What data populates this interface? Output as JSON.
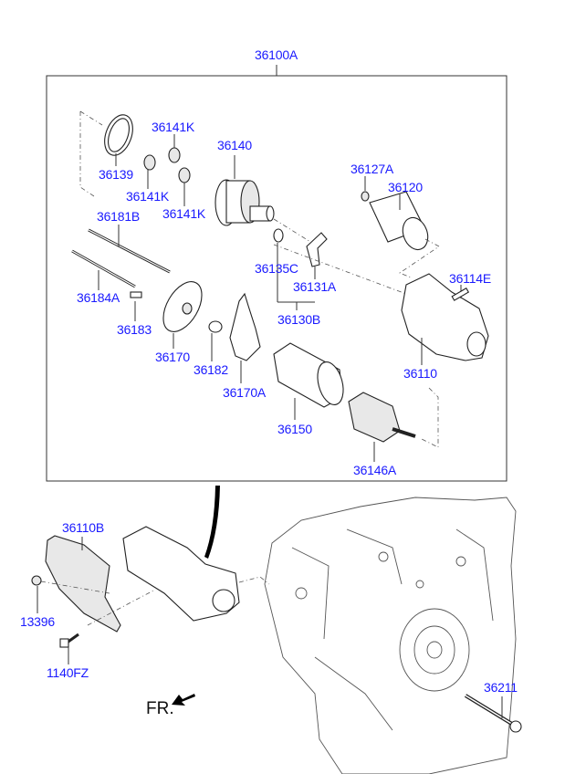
{
  "diagram": {
    "type": "exploded-parts-diagram",
    "subject": "Starter motor assembly",
    "label_color": "#1a1aff",
    "assembly_label": "36100A",
    "parts": [
      {
        "id": "p-36100A",
        "label": "36100A"
      },
      {
        "id": "p-36141K-top",
        "label": "36141K"
      },
      {
        "id": "p-36140",
        "label": "36140"
      },
      {
        "id": "p-36139",
        "label": "36139"
      },
      {
        "id": "p-36141K-mid",
        "label": "36141K"
      },
      {
        "id": "p-36141K-low",
        "label": "36141K"
      },
      {
        "id": "p-36127A",
        "label": "36127A"
      },
      {
        "id": "p-36120",
        "label": "36120"
      },
      {
        "id": "p-36181B",
        "label": "36181B"
      },
      {
        "id": "p-36135C",
        "label": "36135C"
      },
      {
        "id": "p-36114E",
        "label": "36114E"
      },
      {
        "id": "p-36131A",
        "label": "36131A"
      },
      {
        "id": "p-36184A",
        "label": "36184A"
      },
      {
        "id": "p-36183",
        "label": "36183"
      },
      {
        "id": "p-36130B",
        "label": "36130B"
      },
      {
        "id": "p-36170",
        "label": "36170"
      },
      {
        "id": "p-36182",
        "label": "36182"
      },
      {
        "id": "p-36110",
        "label": "36110"
      },
      {
        "id": "p-36170A",
        "label": "36170A"
      },
      {
        "id": "p-36150",
        "label": "36150"
      },
      {
        "id": "p-36146A",
        "label": "36146A"
      },
      {
        "id": "p-36110B",
        "label": "36110B"
      },
      {
        "id": "p-13396",
        "label": "13396"
      },
      {
        "id": "p-1140FZ",
        "label": "1140FZ"
      },
      {
        "id": "p-36211",
        "label": "36211"
      }
    ],
    "direction_marker": "FR."
  }
}
